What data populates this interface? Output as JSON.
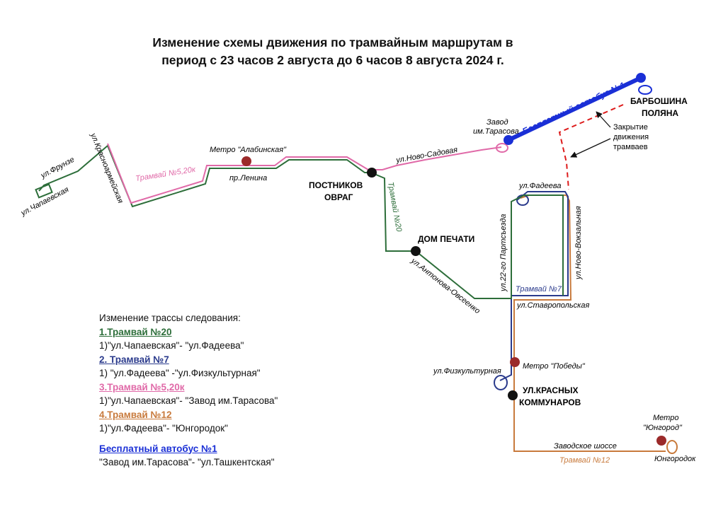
{
  "title": {
    "line1": "Изменение схемы движения по трамвайным маршрутам в",
    "line2": "период с 23 часов 2 августа до 6 часов 8 августа 2024 г."
  },
  "colors": {
    "tram20": "#2d6e3a",
    "tram7": "#2a3a8c",
    "tram5": "#e06aa8",
    "tram12": "#c87a3c",
    "bus1": "#1a2fd6",
    "closure": "#dd1c1c",
    "metro": "#9b2a2a"
  },
  "map": {
    "streets": {
      "frunze": "ул.Фрунзе",
      "chapaevskaya": "ул.Чапаевская",
      "krasnoarmeyskaya": "ул.Красноармейская",
      "lenina": "пр.Ленина",
      "novo_sadovaya": "ул.Ново-Садовая",
      "antonova": "ул.Антонова-Овсеенко",
      "partsezda": "ул.22-го Партсъезда",
      "novo_vokzalnaya": "ул.Ново-Вокзальная",
      "fadeeva": "ул.Фадеева",
      "stavropolskaya": "ул.Ставропольская",
      "fizkulturnaya": "ул.Физкультурная",
      "zavodskoe": "Заводское шоссе"
    },
    "routes": {
      "tram5": "Трамвай №5,20к",
      "tram20": "Трамвай №20",
      "tram7": "Трамвай №7",
      "tram12": "Трамвай №12",
      "bus1": "Бесплатный автобус №1"
    },
    "stations": {
      "postnikov_1": "ПОСТНИКОВ",
      "postnikov_2": "ОВРАГ",
      "dom_pechati": "ДОМ ПЕЧАТИ",
      "kommunarov_1": "УЛ.КРАСНЫХ",
      "kommunarov_2": "КОММУНАРОВ",
      "barboshina_1": "БАРБОШИНА",
      "barboshina_2": "ПОЛЯНА",
      "zavod_1": "Завод",
      "zavod_2": "им.Тарасова",
      "yugorodok": "Юнгородок"
    },
    "metro": {
      "alabinskaya": "Метро \"Алабинская\"",
      "pobedy": "Метро \"Победы\"",
      "yugorod_1": "Метро",
      "yugorod_2": "\"Юнгород\""
    },
    "closure": {
      "line1": "Закрытие",
      "line2": "движения",
      "line3": "трамваев"
    }
  },
  "legend": {
    "heading": "Изменение трассы следования:",
    "items": [
      {
        "title": "1.Трамвай №20",
        "detail": "1)\"ул.Чапаевская\"- \"ул.Фадеева\""
      },
      {
        "title": "2. Трамвай №7",
        "detail": "1) \"ул.Фадеева\" -\"ул.Физкультурная\""
      },
      {
        "title": "3.Трамвай №5,20к",
        "detail": "1)\"ул.Чапаевская\"- \"Завод им.Тарасова\""
      },
      {
        "title": "4.Трамвай №12",
        "detail": "1)\"ул.Фадеева\"- \"Юнгородок\""
      }
    ],
    "bus": {
      "title": "Бесплатный автобус №1",
      "detail": "\"Завод им.Тарасова\"- \"ул.Ташкентская\""
    }
  }
}
